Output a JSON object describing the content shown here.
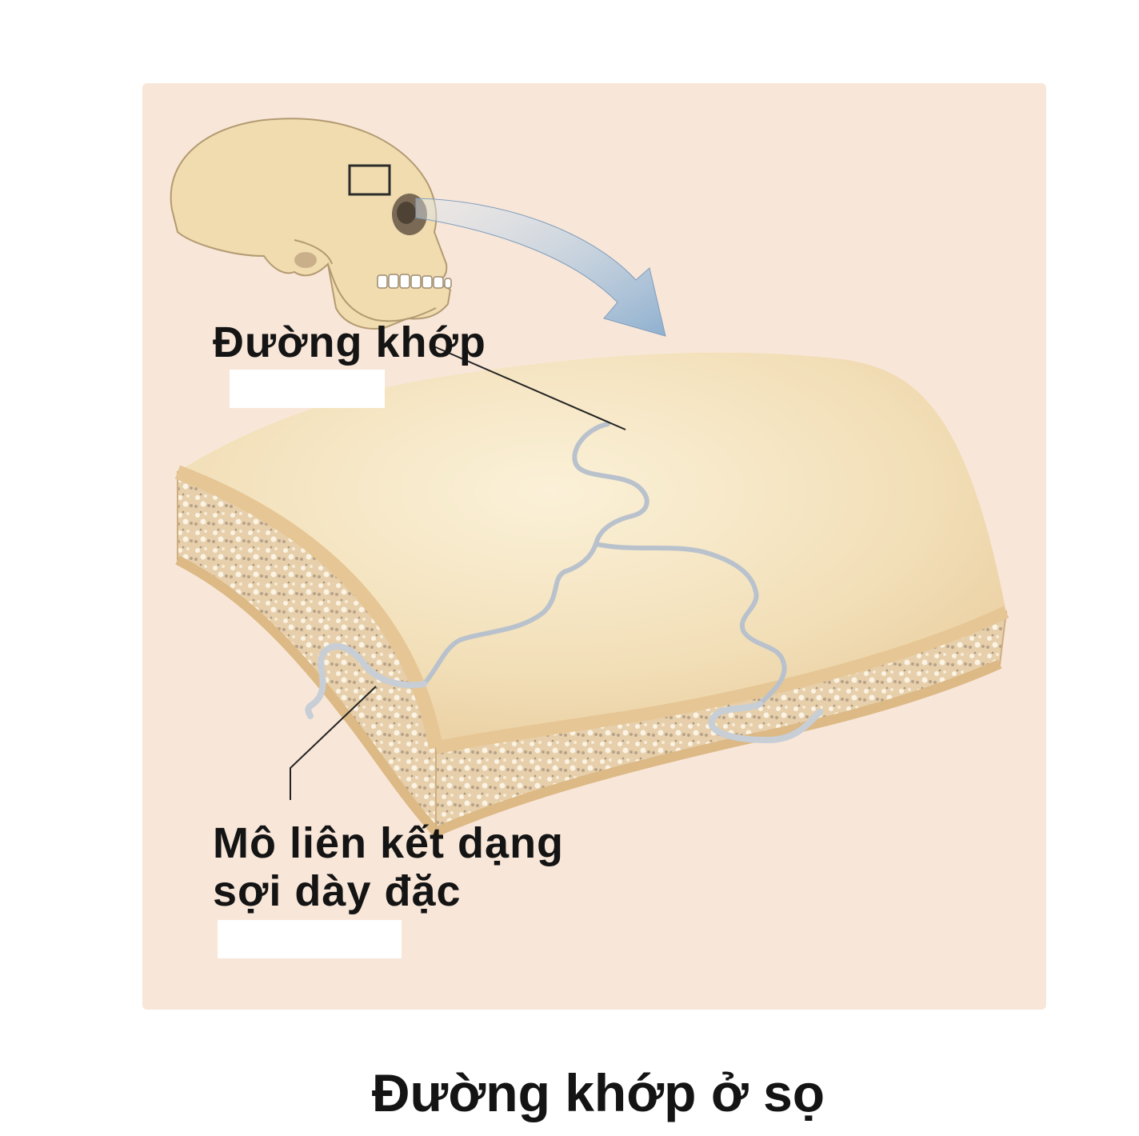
{
  "labels": {
    "suture": "Đường khớp",
    "connective_tissue_line1": "Mô liên kết dạng",
    "connective_tissue_line2": "sợi dày đặc"
  },
  "caption": "Đường khớp ở sọ",
  "colors": {
    "panel": "#f8e6d8",
    "bone": "#f1dcb1",
    "bone_edge": "#dcb98a",
    "spongy_bone": "#e2c9a4",
    "suture": "#b9c2cc",
    "arrow": "#9fb8d2",
    "text": "#141414"
  }
}
